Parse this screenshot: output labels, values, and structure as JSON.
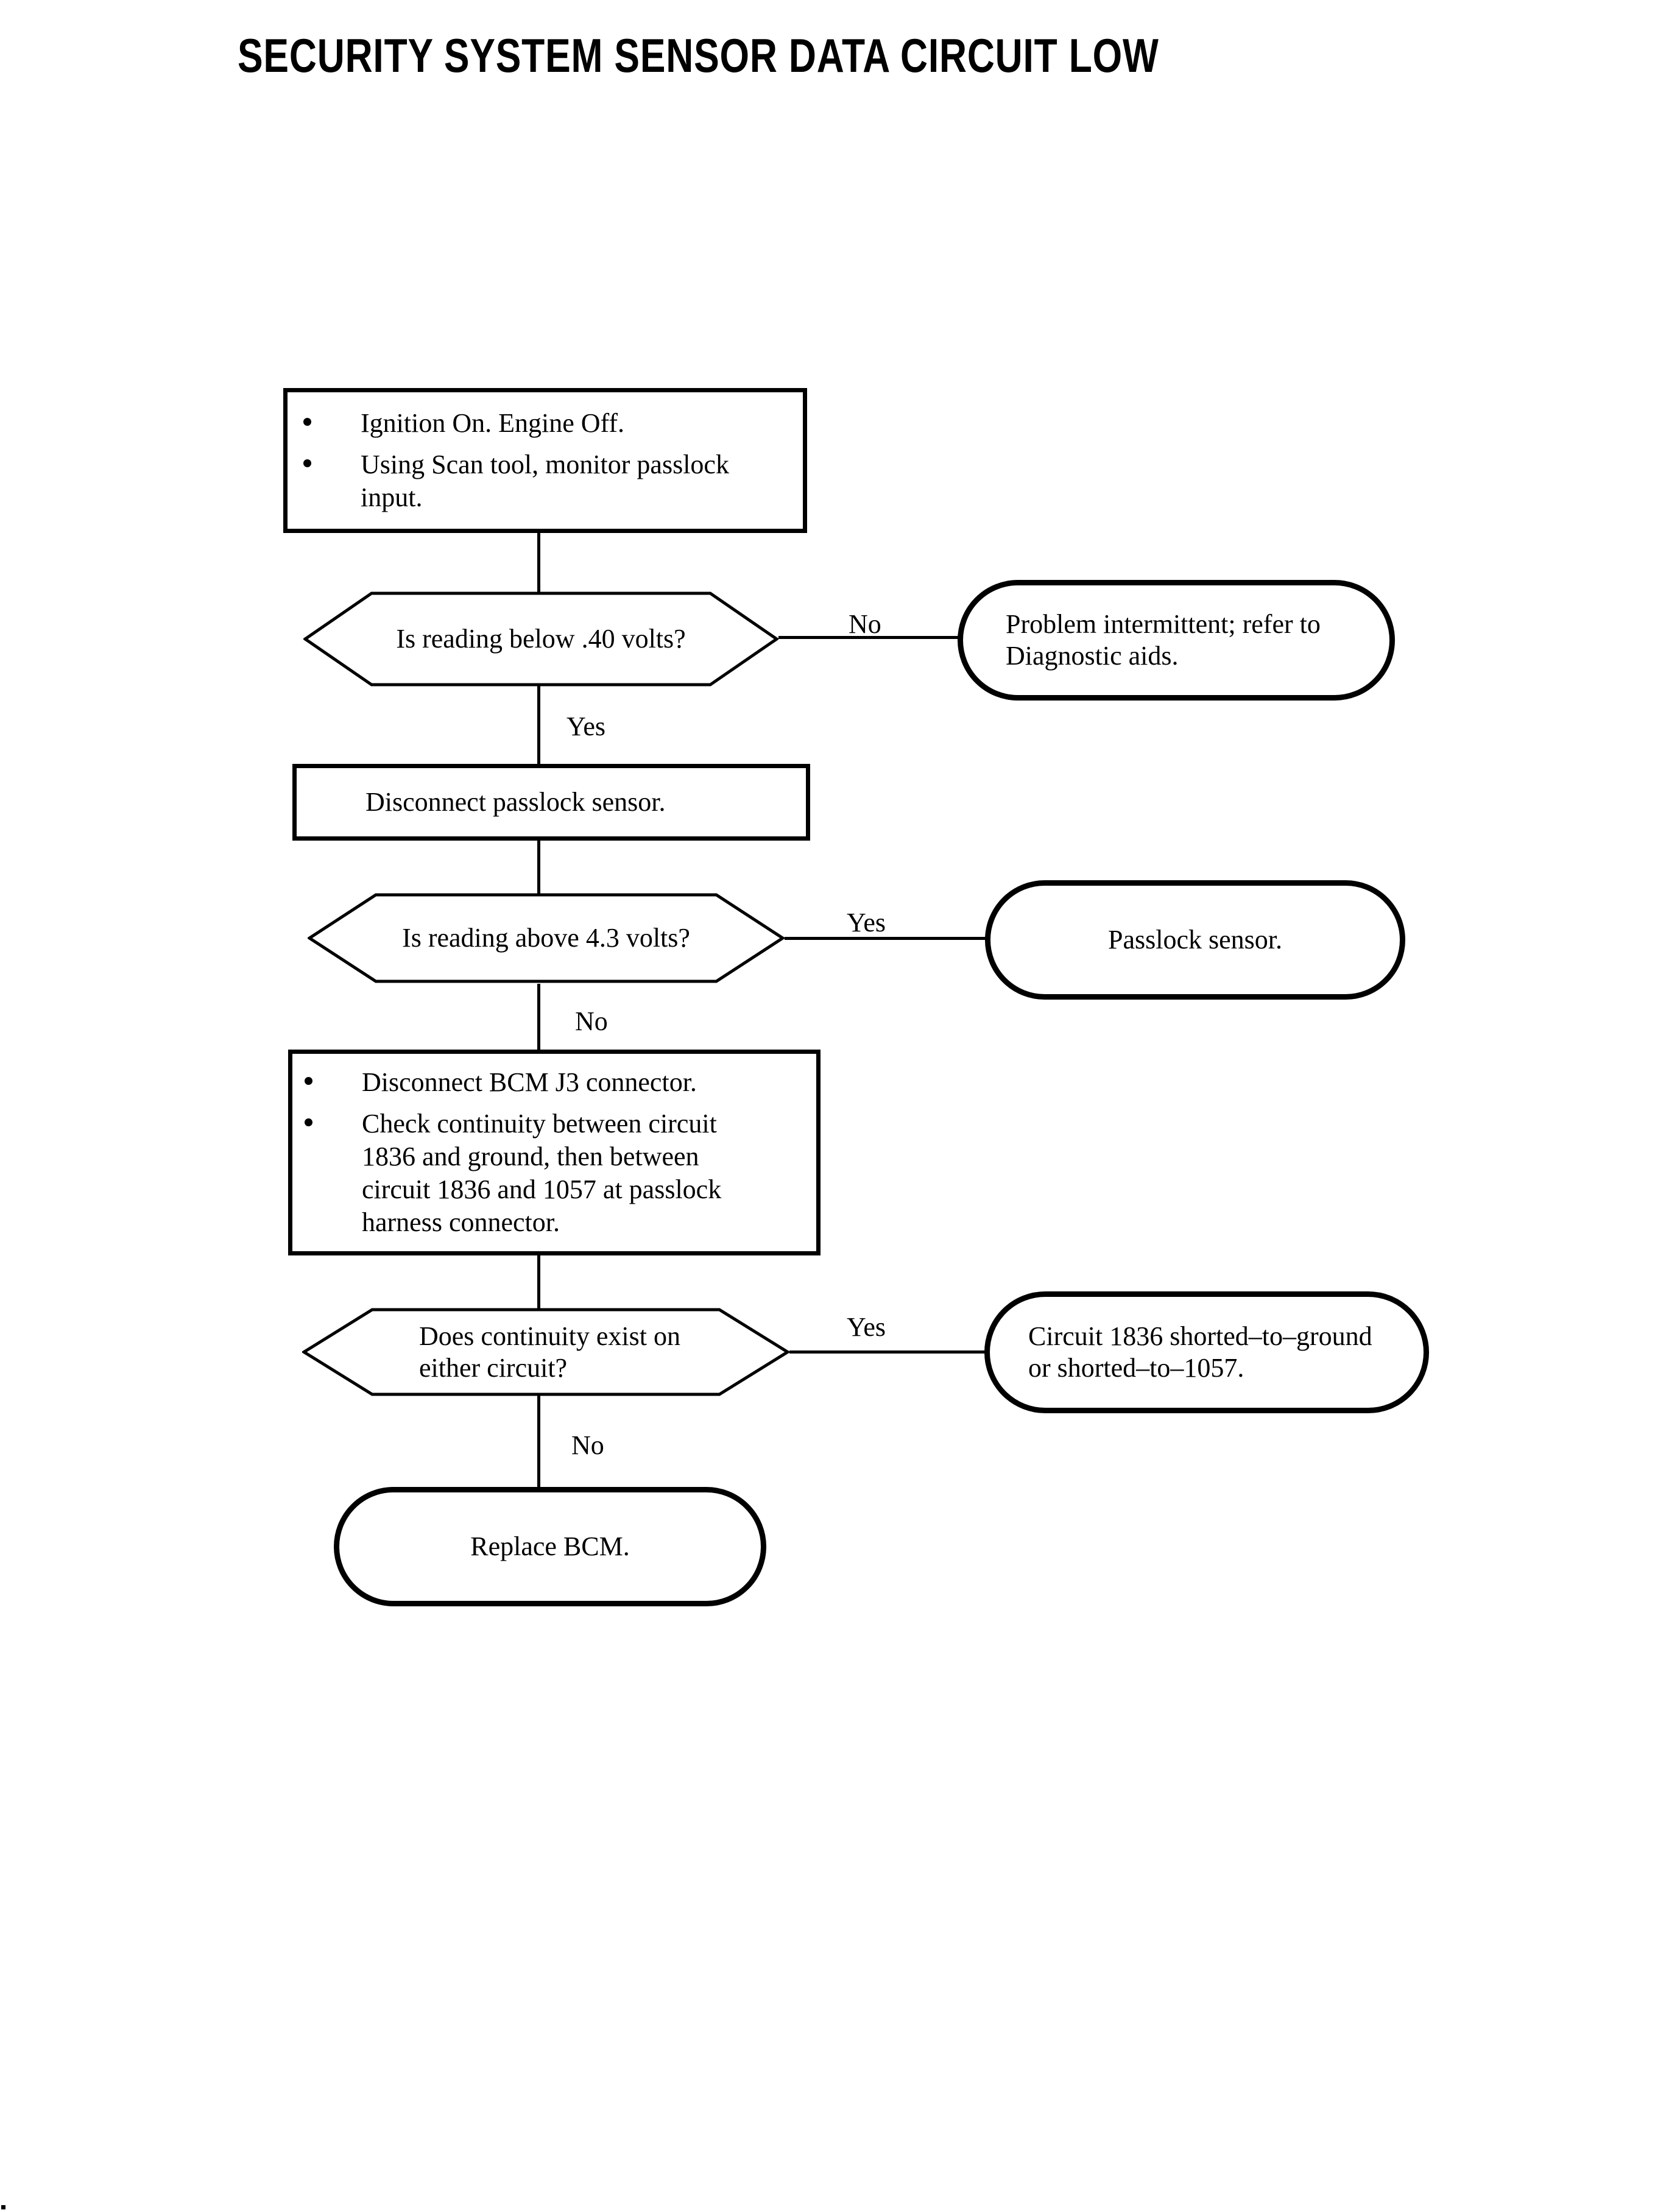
{
  "title": "SECURITY SYSTEM SENSOR DATA CIRCUIT LOW",
  "colors": {
    "ink": "#000000",
    "paper": "#ffffff"
  },
  "flow": {
    "step1": {
      "bullets": [
        {
          "lines": [
            "Ignition On. Engine Off."
          ]
        },
        {
          "lines": [
            "Using Scan tool, monitor passlock",
            "input."
          ]
        }
      ]
    },
    "decision1": {
      "lines": [
        "Is reading below .40 volts?"
      ],
      "no": "No",
      "yes": "Yes"
    },
    "result1": {
      "lines": [
        "Problem intermittent; refer to",
        "Diagnostic aids."
      ]
    },
    "step2": {
      "lines": [
        "Disconnect passlock sensor."
      ]
    },
    "decision2": {
      "lines": [
        "Is reading above 4.3 volts?"
      ],
      "yes": "Yes",
      "no": "No"
    },
    "result2": {
      "lines": [
        "Passlock sensor."
      ]
    },
    "step3": {
      "bullets": [
        {
          "lines": [
            "Disconnect BCM J3 connector."
          ]
        },
        {
          "lines": [
            "Check continuity between circuit",
            "1836 and ground, then between",
            "circuit 1836 and 1057 at passlock",
            "harness connector."
          ]
        }
      ]
    },
    "decision3": {
      "lines": [
        "Does continuity exist on",
        "either circuit?"
      ],
      "yes": "Yes",
      "no": "No"
    },
    "result3": {
      "lines": [
        "Circuit 1836 shorted–to–ground",
        "or shorted–to–1057."
      ]
    },
    "terminal": {
      "lines": [
        "Replace BCM."
      ]
    }
  }
}
